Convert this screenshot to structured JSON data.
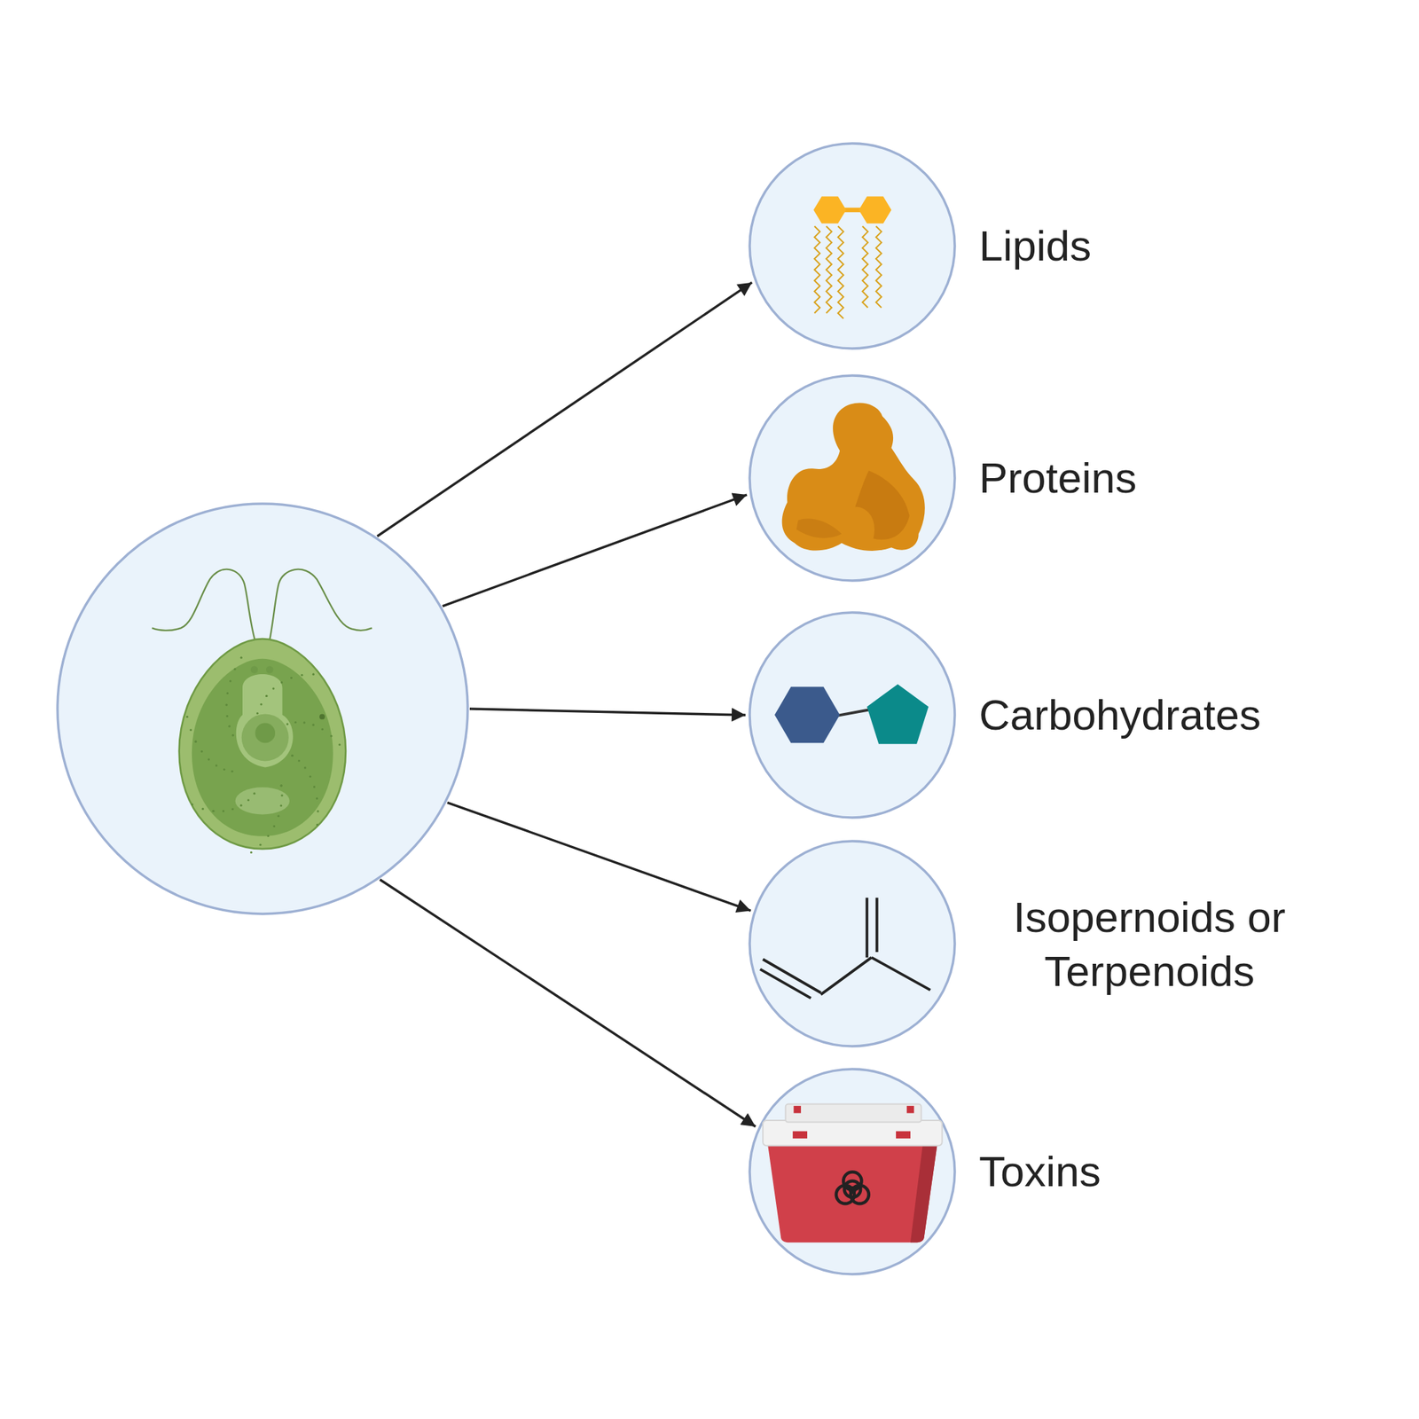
{
  "diagram": {
    "nodes": [
      {
        "text": []
      },
      {
        "text": [
          "Lipids"
        ]
      },
      {
        "text": [
          "Proteins"
        ]
      },
      {
        "text": [
          "Carbohydrates"
        ]
      },
      {
        "text": [
          "Isopernoids or Terpenoids"
        ]
      },
      {
        "text": [
          "Toxins"
        ]
      }
    ],
    "edges": [
      {
        "from": 0,
        "to": 1,
        "arrow": "to"
      },
      {
        "from": 0,
        "to": 2,
        "arrow": "to"
      },
      {
        "from": 0,
        "to": 3,
        "arrow": "to"
      },
      {
        "from": 0,
        "to": 4,
        "arrow": "to"
      },
      {
        "from": 0,
        "to": 5,
        "arrow": "to"
      }
    ]
  }
}
